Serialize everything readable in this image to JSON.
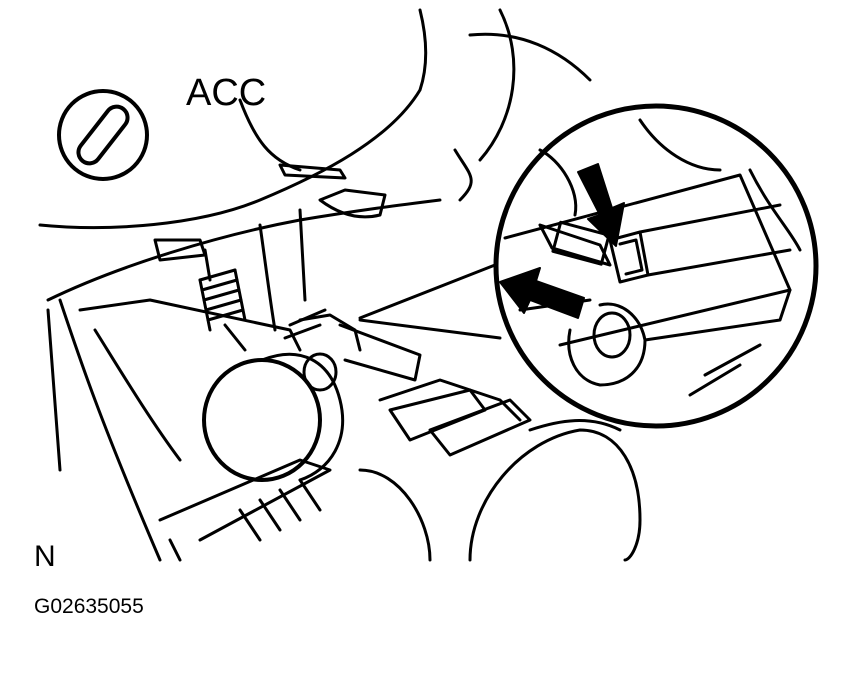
{
  "labels": {
    "ignition_position": "ACC",
    "corner_marker": "N",
    "figure_number": "G02635055"
  },
  "icons": {
    "key_slot": "key-cylinder-slot-icon",
    "push_arrow": "push-arrow-icon",
    "slide_arrow": "slide-arrow-icon"
  },
  "colors": {
    "ink": "#000000",
    "paper": "#ffffff"
  }
}
